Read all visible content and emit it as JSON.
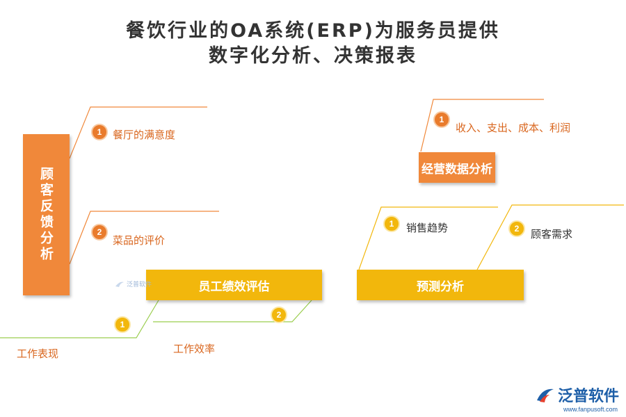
{
  "title": {
    "line1": "餐饮行业的OA系统(ERP)为服务员提供",
    "line2": "数字化分析、决策报表"
  },
  "nodes": {
    "customer_feedback": {
      "label": "顾客反馈分析",
      "items": [
        {
          "num": "1",
          "text": "餐厅的满意度"
        },
        {
          "num": "2",
          "text": "菜品的评价"
        }
      ]
    },
    "business_data": {
      "label": "经营数据分析",
      "items": [
        {
          "num": "1",
          "text": "收入、支出、成本、利润"
        }
      ]
    },
    "staff_performance": {
      "label": "员工绩效评估",
      "items": [
        {
          "num": "1",
          "text": "工作表现"
        },
        {
          "num": "2",
          "text": "工作效率"
        }
      ]
    },
    "forecast": {
      "label": "预测分析",
      "items": [
        {
          "num": "1",
          "text": "销售趋势"
        },
        {
          "num": "2",
          "text": "顾客需求"
        }
      ]
    }
  },
  "watermark": "泛普软件",
  "logo": {
    "name": "泛普软件",
    "url": "www.fanpusoft.com"
  },
  "colors": {
    "orange": "#F0883A",
    "yellow": "#F2B70C",
    "green_line": "#9ACD4E"
  }
}
